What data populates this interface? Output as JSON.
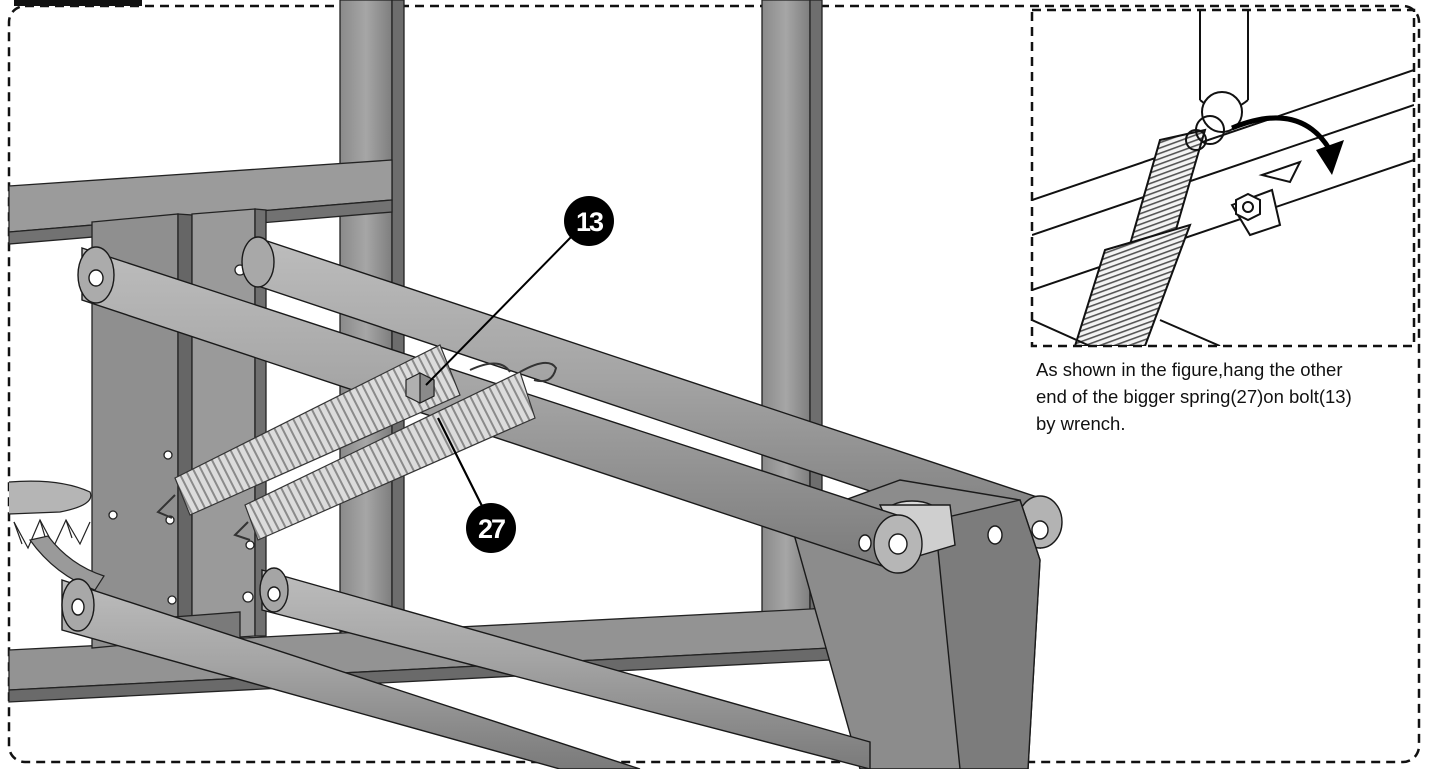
{
  "callouts": [
    {
      "id": "bolt",
      "label": "13"
    },
    {
      "id": "spring",
      "label": "27"
    }
  ],
  "caption_lines": [
    "As shown in the figure,hang the other",
    "end of the bigger spring(27)on bolt(13)",
    " by wrench."
  ],
  "colors": {
    "tube": "#9a9a9a",
    "tube_dark": "#6f6f6f",
    "tube_light": "#c9c9c9",
    "frame": "#8e8e8e",
    "spring": "#d8d8d8",
    "outline": "#111111",
    "callout_fill": "#000000"
  }
}
